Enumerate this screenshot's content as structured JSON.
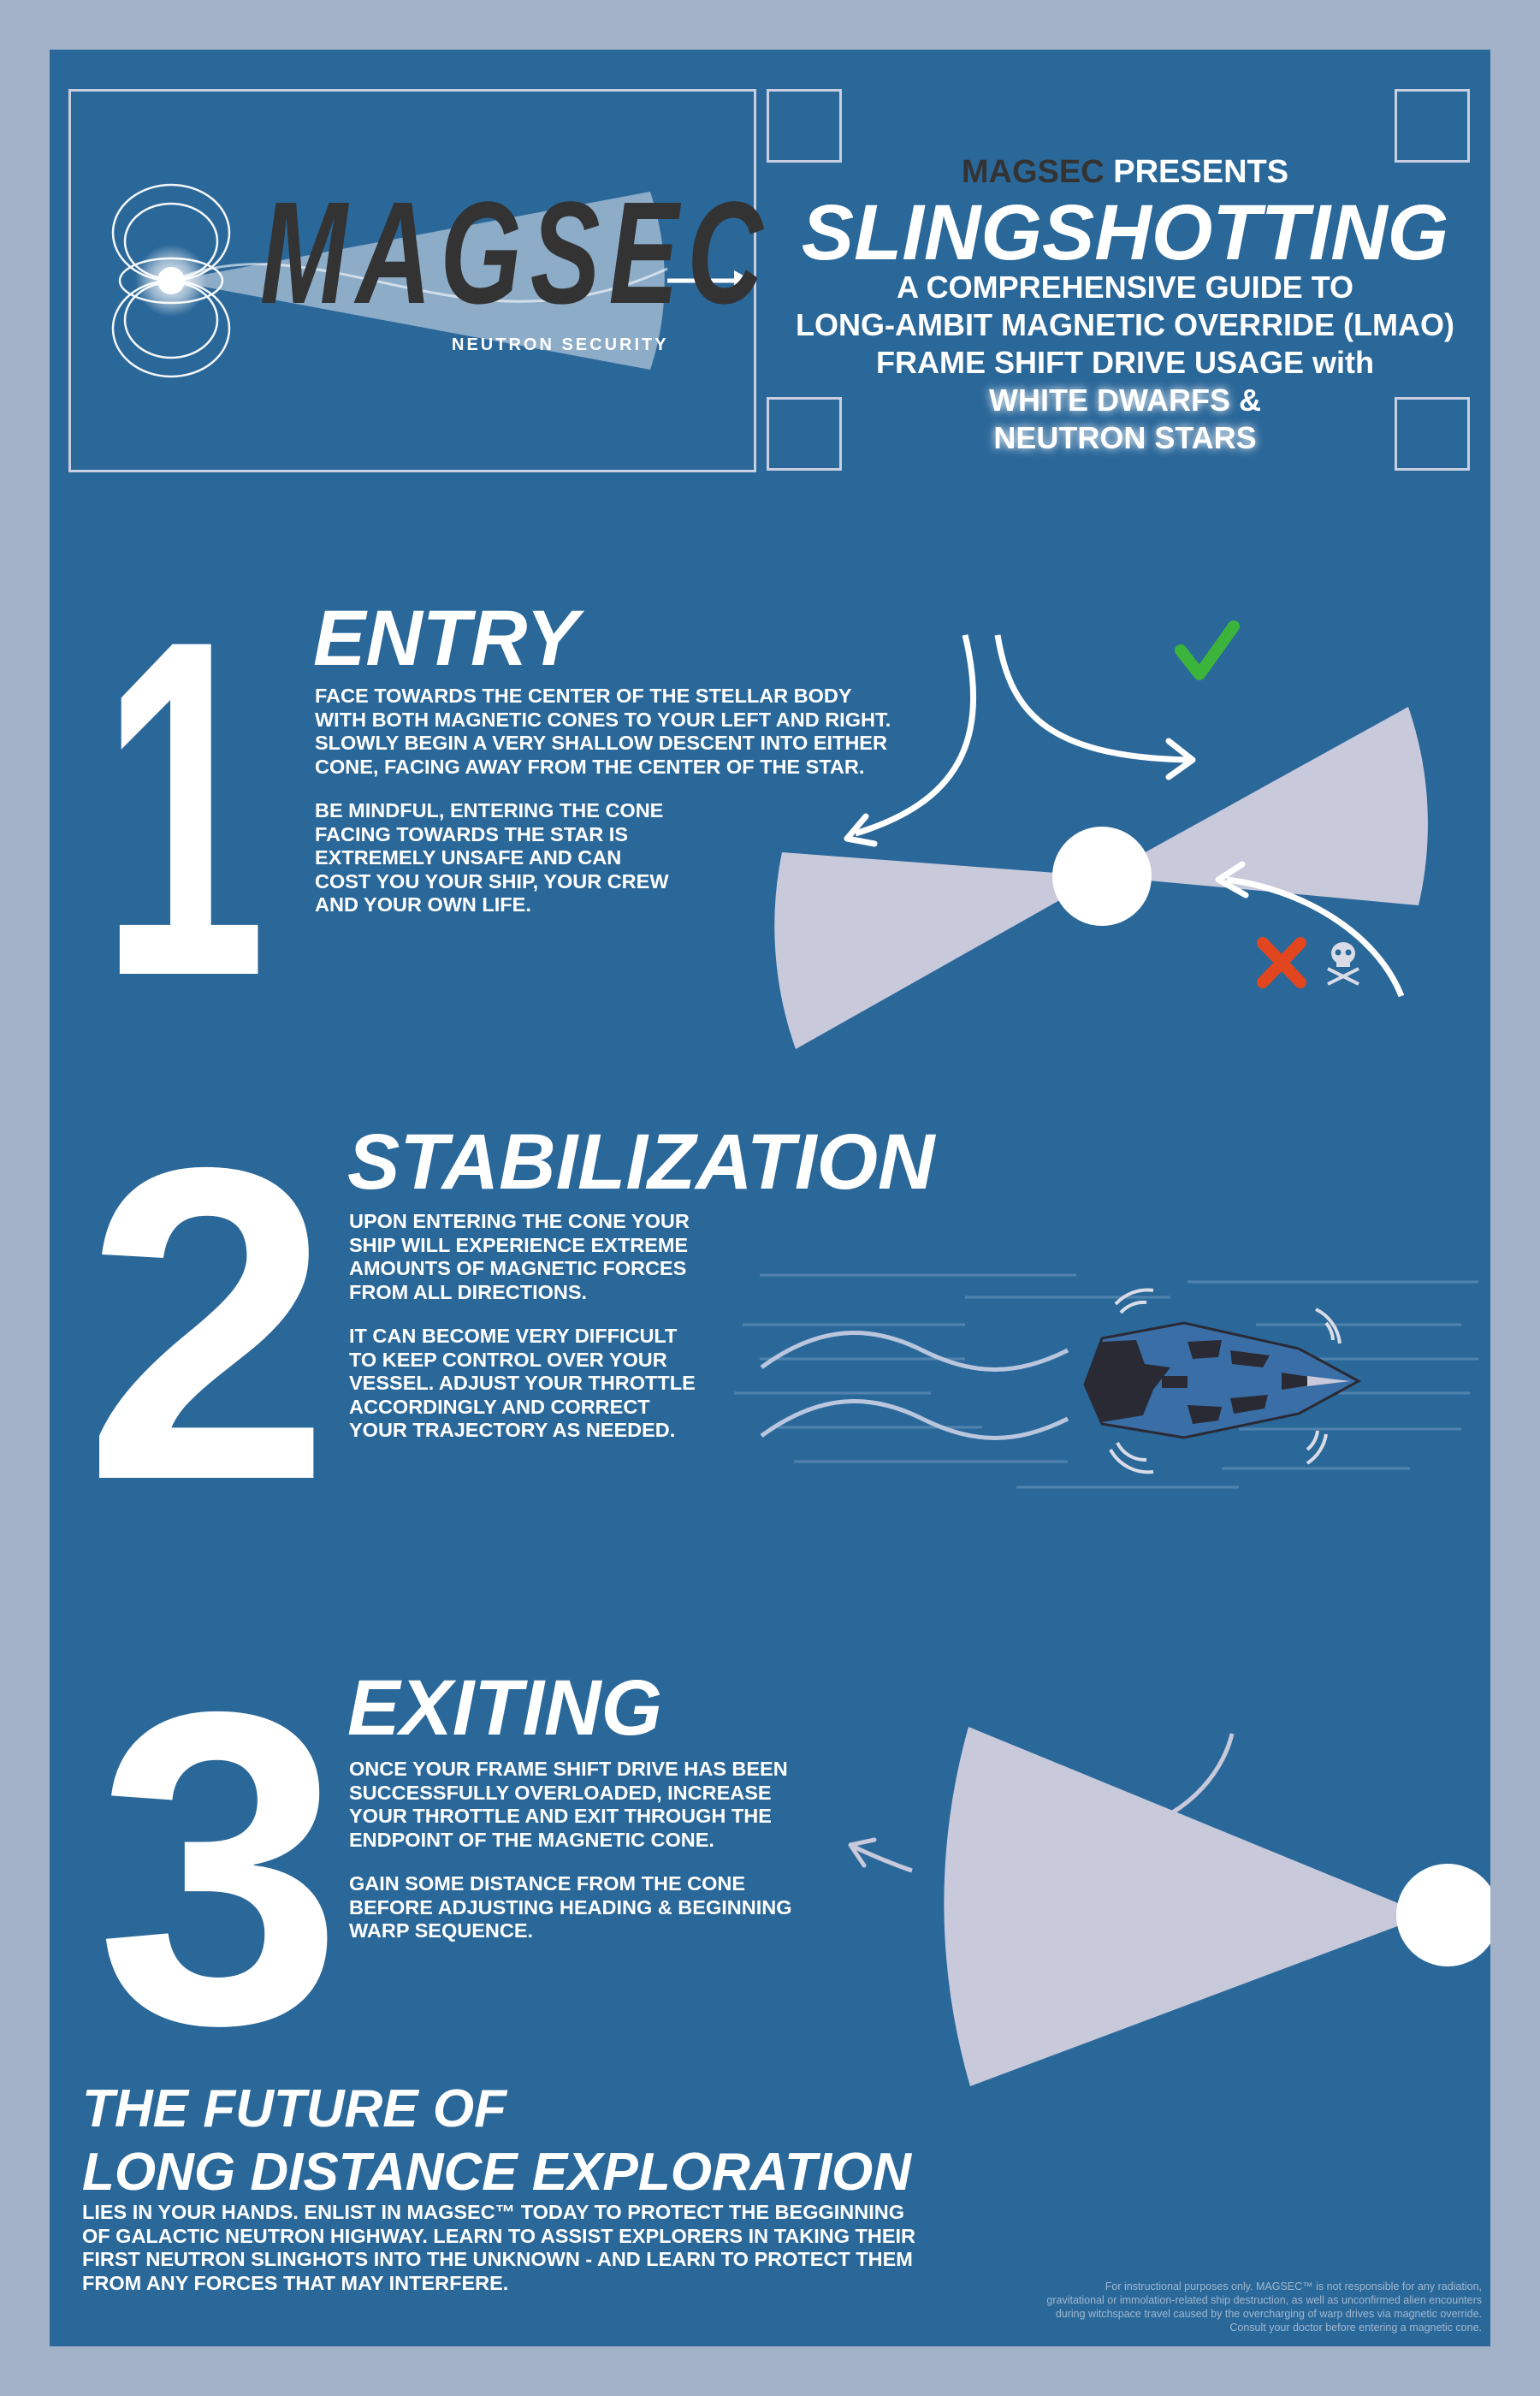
{
  "brand": {
    "wordmark": "MAGSEC",
    "tagline": "NEUTRON SECURITY"
  },
  "header": {
    "presents_brand": "MAGSEC",
    "presents_word": "PRESENTS",
    "title": "SLINGSHOTTING",
    "subtitle_lines": [
      "A COMPREHENSIVE GUIDE TO",
      "LONG-AMBIT MAGNETIC OVERRIDE (LMAO)",
      "FRAME SHIFT DRIVE USAGE with"
    ],
    "highlight_1": "WHITE DWARFS",
    "amp": "&",
    "highlight_2": "NEUTRON STARS"
  },
  "sections": [
    {
      "number": "1",
      "title": "ENTRY",
      "para1": "FACE TOWARDS THE CENTER OF THE STELLAR BODY\nWITH BOTH MAGNETIC CONES TO YOUR LEFT AND RIGHT.\nSLOWLY BEGIN A VERY SHALLOW DESCENT INTO EITHER\nCONE, FACING AWAY FROM THE CENTER OF THE STAR.",
      "para2": "BE MINDFUL, ENTERING THE CONE\nFACING TOWARDS THE STAR IS\nEXTREMELY UNSAFE AND CAN\nCOST YOU YOUR SHIP, YOUR CREW\nAND YOUR OWN LIFE."
    },
    {
      "number": "2",
      "title": "STABILIZATION",
      "para1": "UPON ENTERING THE CONE YOUR\nSHIP WILL EXPERIENCE EXTREME\nAMOUNTS OF MAGNETIC FORCES\nFROM ALL DIRECTIONS.",
      "para2": "IT CAN BECOME VERY DIFFICULT\nTO KEEP CONTROL OVER YOUR\nVESSEL. ADJUST YOUR THROTTLE\nACCORDINGLY AND CORRECT\nYOUR TRAJECTORY AS NEEDED."
    },
    {
      "number": "3",
      "title": "EXITING",
      "para1": "ONCE YOUR FRAME SHIFT DRIVE HAS BEEN\nSUCCESSFULLY OVERLOADED, INCREASE\nYOUR THROTTLE AND EXIT THROUGH THE\nENDPOINT OF THE MAGNETIC CONE.",
      "para2": "GAIN SOME DISTANCE FROM THE CONE\nBEFORE ADJUSTING HEADING & BEGINNING\nWARP SEQUENCE."
    }
  ],
  "future": {
    "heading": "THE FUTURE OF\nLONG DISTANCE EXPLORATION",
    "body": "LIES IN YOUR HANDS. ENLIST IN MAGSEC™ TODAY TO PROTECT THE BEGGINNING\nOF GALACTIC NEUTRON HIGHWAY. LEARN TO ASSIST EXPLORERS IN TAKING THEIR\nFIRST NEUTRON SLINGHOTS INTO THE UNKNOWN - AND LEARN TO PROTECT THEM\nFROM ANY FORCES THAT MAY INTERFERE."
  },
  "disclaimer": "For instructional purposes only. MAGSEC™ is not responsible for any radiation,\ngravitational or immolation-related ship destruction, as well as unconfirmed alien encounters\nduring witchspace travel caused by the overcharging of warp drives via magnetic override.\nConsult your doctor before entering a magnetic cone.",
  "colors": {
    "background": "#2b689a",
    "border": "#a3b1c9",
    "cone": "#c9c9dc",
    "correct": "#3cb43c",
    "wrong": "#e2461f",
    "dark_text": "#333333"
  },
  "icons": [
    "checkmark-icon",
    "cross-icon",
    "skull-crossbones-icon"
  ]
}
